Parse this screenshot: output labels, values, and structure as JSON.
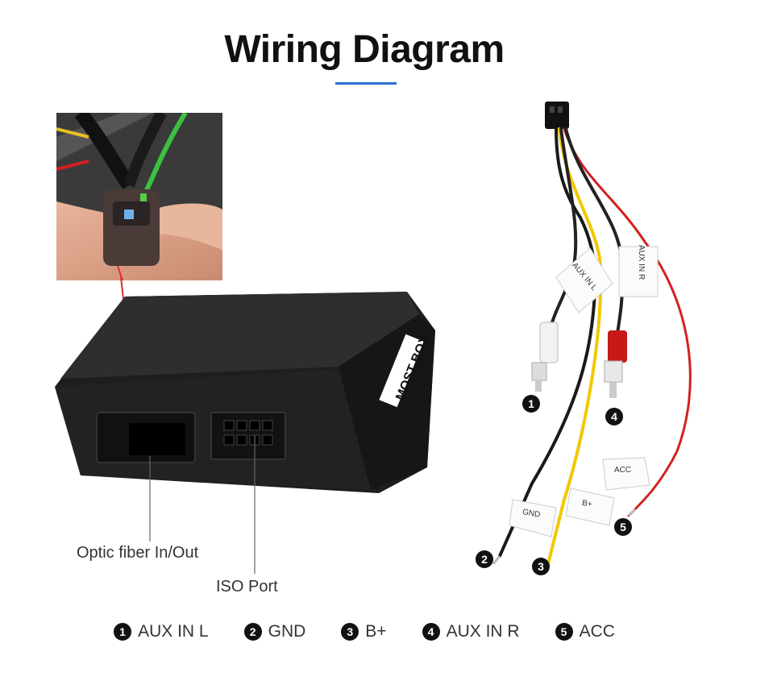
{
  "title": "Wiring Diagram",
  "callouts": {
    "optic": "Optic fiber In/Out",
    "iso": "ISO Port"
  },
  "box_label": "MOST BOX",
  "cable_tags": {
    "aux_l": "AUX IN L",
    "aux_r": "AUX IN R",
    "acc": "ACC",
    "gnd": "GND",
    "bplus": "B+"
  },
  "wire_numbers": [
    "1",
    "2",
    "3",
    "4",
    "5"
  ],
  "legend": [
    {
      "num": "1",
      "label": "AUX IN L"
    },
    {
      "num": "2",
      "label": "GND"
    },
    {
      "num": "3",
      "label": "B+"
    },
    {
      "num": "4",
      "label": "AUX IN R"
    },
    {
      "num": "5",
      "label": "ACC"
    }
  ],
  "colors": {
    "accent": "#2a6fd6",
    "red_wire": "#d42020",
    "yellow_wire": "#f2c800",
    "black_wire": "#1a1a1a"
  }
}
